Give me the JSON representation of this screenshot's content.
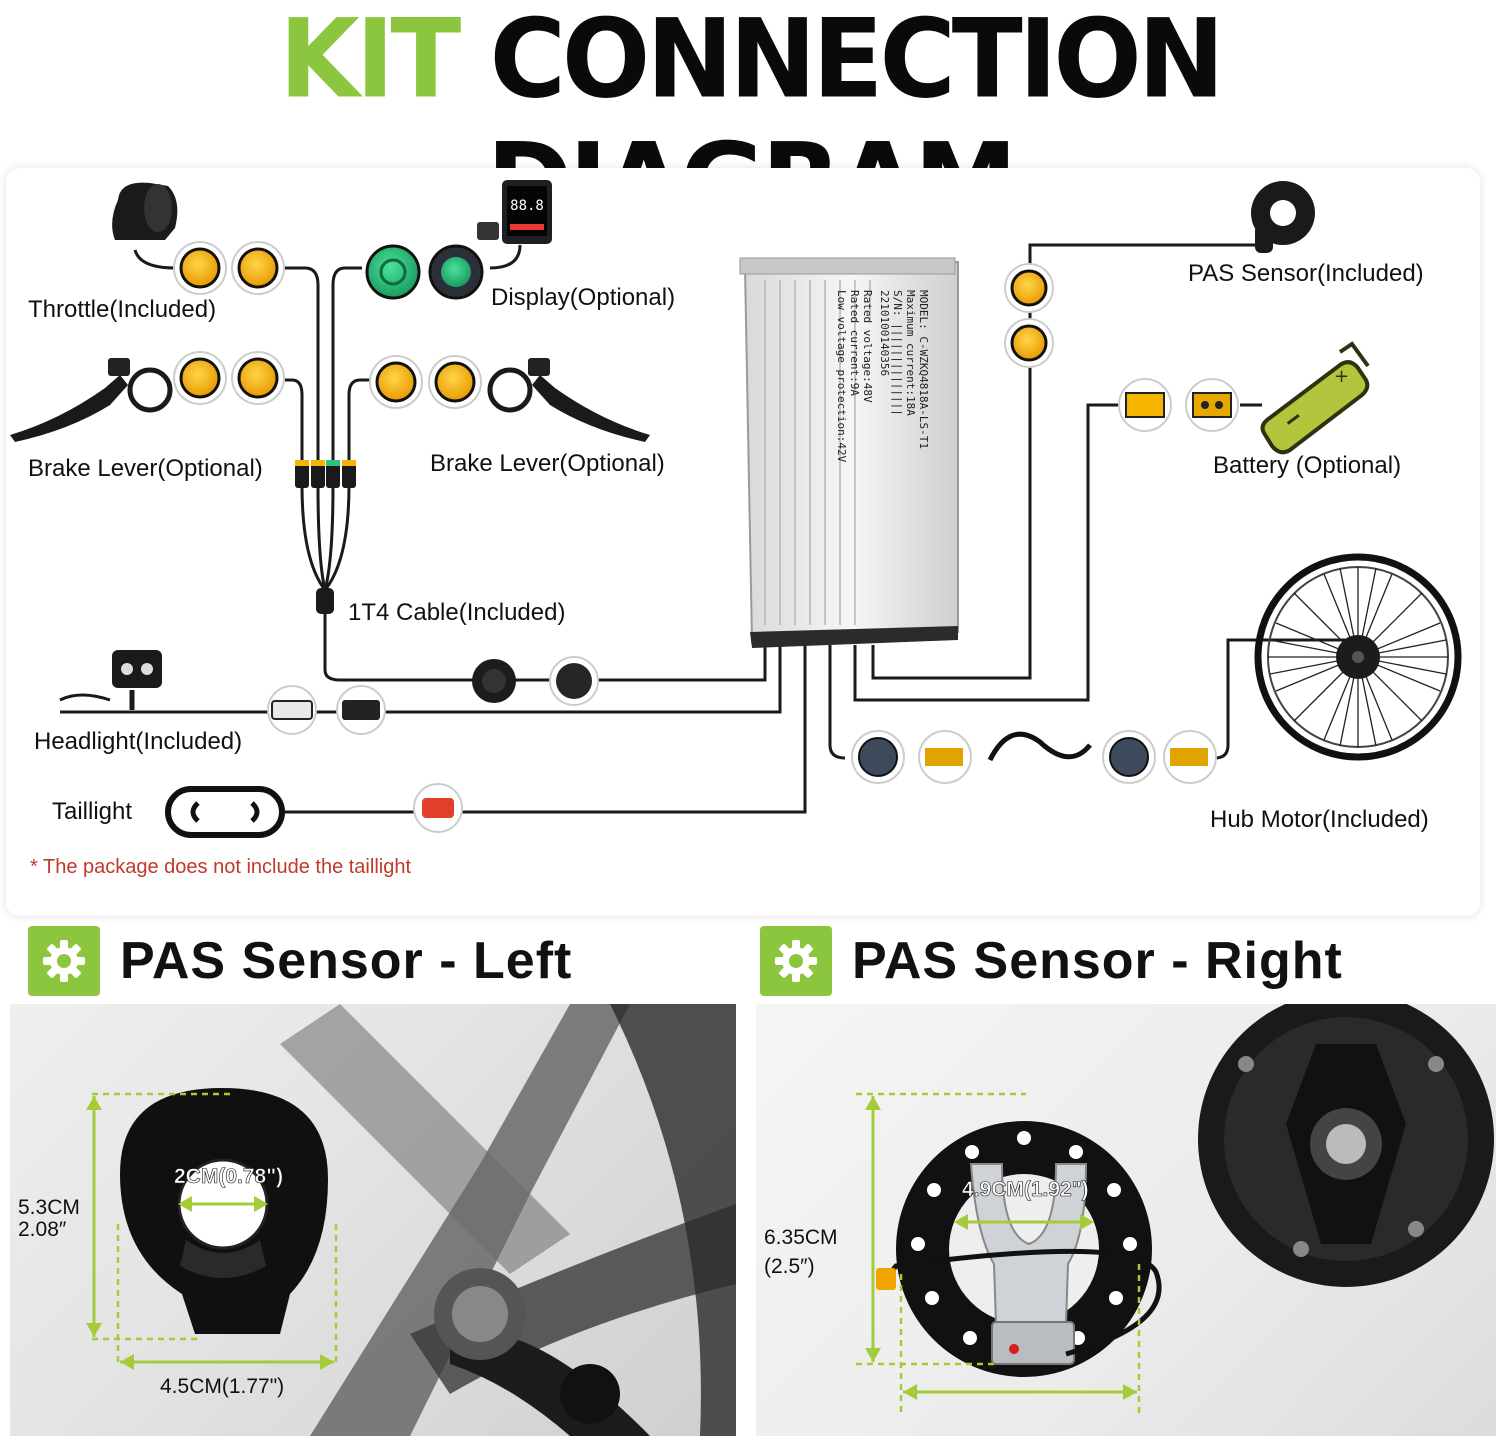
{
  "title": {
    "accent": "KIT",
    "rest": " CONNECTION DIAGRAM"
  },
  "components": {
    "throttle": "Throttle(Included)",
    "display": "Display(Optional)",
    "brake_left": "Brake Lever(Optional)",
    "brake_right": "Brake Lever(Optional)",
    "cable": "1T4 Cable(Included)",
    "headlight": "Headlight(Included)",
    "taillight": "Taillight",
    "pas": "PAS Sensor(Included)",
    "battery": "Battery (Optional)",
    "hub_motor": "Hub Motor(Included)"
  },
  "note": "* The package does not include the taillight",
  "display_screen": {
    "value": "88.8"
  },
  "controller": {
    "lines": [
      "MODEL: C-WZKQ4818A-LS-T1",
      "Maximum current:18A",
      "S/N: ||||||||||||||",
      "2210100140356",
      "Rated voltage:48V",
      "Rated current:9A",
      "Low voltage protection:42V"
    ]
  },
  "pas_left": {
    "heading": "PAS Sensor - Left",
    "inner": "2CM(0.78\")",
    "height_cm": "5.3CM",
    "height_in": "2.08″",
    "width": "4.5CM(1.77\")"
  },
  "pas_right": {
    "heading": "PAS Sensor - Right",
    "inner": "4.9CM(1.92\")",
    "height_cm": "6.35CM",
    "height_in": "(2.5″)"
  },
  "colors": {
    "accent": "#8cc63f",
    "connector_yellow": "#f5b400",
    "connector_green": "#2ec27e",
    "note_red": "#c0392b"
  }
}
